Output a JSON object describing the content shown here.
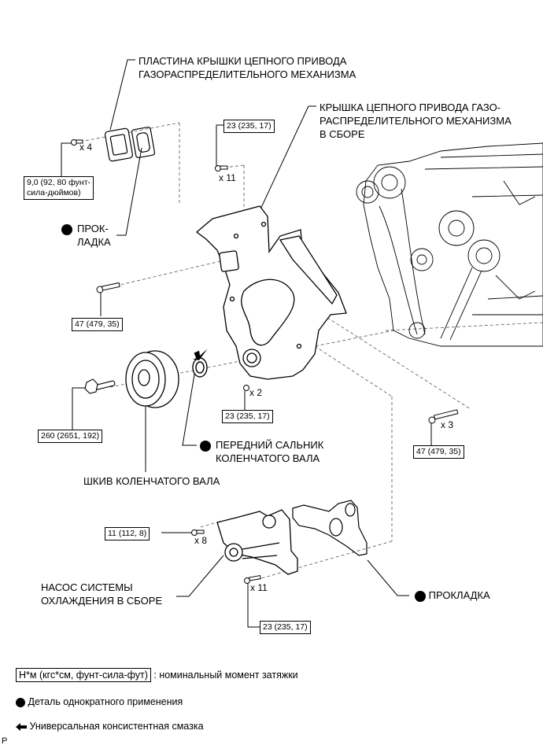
{
  "diagram": {
    "parts": {
      "chain_cover_plate": [
        "ПЛАСТИНА КРЫШКИ ЦЕПНОГО ПРИВОДА",
        "ГАЗОРАСПРЕДЕЛИТЕЛЬНОГО МЕХАНИЗМА"
      ],
      "chain_cover_assy": [
        "КРЫШКА ЦЕПНОГО ПРИВОДА ГАЗО-",
        "РАСПРЕДЕЛИТЕЛЬНОГО МЕХАНИЗМА",
        "В СБОРЕ"
      ],
      "gasket_top": [
        "ПРОК-",
        "ЛАДКА"
      ],
      "front_oil_seal": [
        "ПЕРЕДНИЙ САЛЬНИК",
        "КОЛЕНЧАТОГО ВАЛА"
      ],
      "crank_pulley": "ШКИВ КОЛЕНЧАТОГО ВАЛА",
      "water_pump": [
        "НАСОС СИСТЕМЫ",
        "ОХЛАЖДЕНИЯ В СБОРЕ"
      ],
      "gasket_bottom": "ПРОКЛАДКА"
    },
    "torques": {
      "plate_bolts": [
        "9,0 (92, 80 фунт-",
        "сила-дюймов)"
      ],
      "cover_top_bolts": "23 (235, 17)",
      "cover_side_bolt": "47 (479, 35)",
      "cover_lower_bolts": "23 (235, 17)",
      "pulley_bolt": "260 (2651, 192)",
      "cover_right_bolts": "47 (479, 35)",
      "pump_bolts": "11 (112, 8)",
      "pump_lower_bolts": "23 (235, 17)"
    },
    "quantities": {
      "plate_bolts": "x 4",
      "cover_top_bolts": "x 11",
      "cover_lower_bolts": "x 2",
      "cover_right_bolts": "x 3",
      "pump_bolts": "x 8",
      "pump_lower_bolts": "x 11"
    }
  },
  "legend": {
    "torque_box": "Н*м (кгс*см, фунт-сила-фут)",
    "torque_desc": ": номинальный момент затяжки",
    "non_reusable": "Деталь однократного применения",
    "grease": "Универсальная консистентная смазка"
  },
  "corner_code": "P"
}
